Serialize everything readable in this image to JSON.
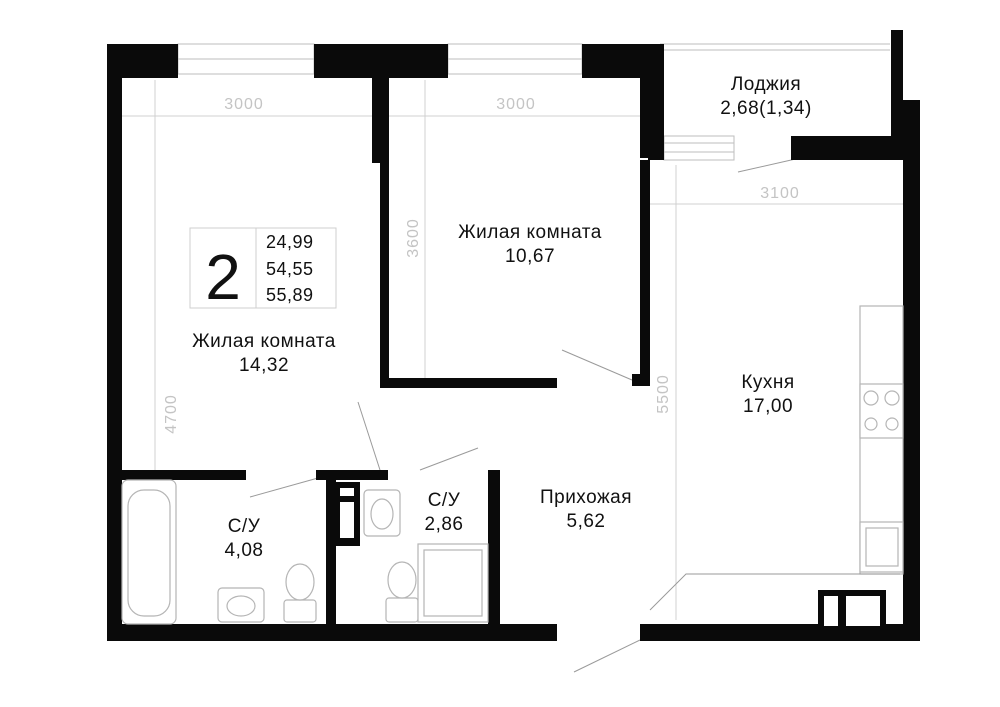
{
  "summary": {
    "rooms": "2",
    "living_area": "24,99",
    "total_area": "54,55",
    "total_with_loggia": "55,89"
  },
  "rooms": {
    "living_room_large": {
      "name": "Жилая комната",
      "area": "14,32"
    },
    "living_room_small": {
      "name": "Жилая комната",
      "area": "10,67"
    },
    "kitchen": {
      "name": "Кухня",
      "area": "17,00"
    },
    "hallway": {
      "name": "Прихожая",
      "area": "5,62"
    },
    "bathroom_1": {
      "name": "С/У",
      "area": "4,08"
    },
    "bathroom_2": {
      "name": "С/У",
      "area": "2,86"
    },
    "loggia": {
      "name": "Лоджия",
      "area": "2,68(1,34)"
    }
  },
  "dimensions": {
    "room1_width": "3000",
    "room2_width": "3000",
    "kitchen_width": "3100",
    "room2_depth": "3600",
    "room1_depth": "4700",
    "kitchen_depth": "5500"
  }
}
